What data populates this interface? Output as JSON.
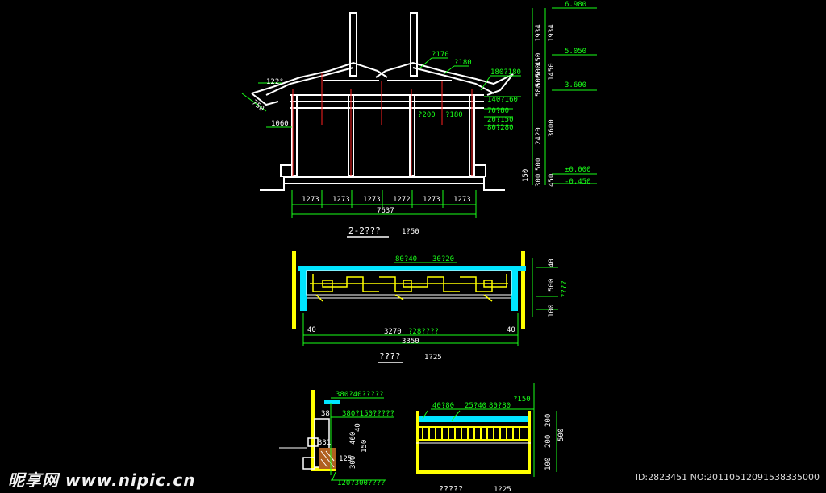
{
  "colors": {
    "structure": "#ffffff",
    "dimension": "#19ff19",
    "axis": "#ff2020",
    "cyan": "#00e5ff",
    "yellow": "#ffff00",
    "brown": "#b06020",
    "pink": "#ff40ff"
  },
  "section": {
    "title": "2-2???",
    "scale": "1?50",
    "bays": [
      "1273",
      "1273",
      "1273",
      "1272",
      "1273",
      "1273"
    ],
    "total": "7637",
    "angle": "122°",
    "eave_len": "750",
    "eave_off": "1060",
    "members": [
      "?170",
      "?180",
      "180?180",
      "140?160",
      "70?80",
      "20?150",
      "80?280",
      "?200",
      "?180"
    ],
    "levels": [
      "6.980",
      "5.050",
      "3.600",
      "±0.000",
      "-0.450"
    ],
    "vdims": [
      "1934",
      "1934",
      "450",
      "500",
      "500",
      "1450",
      "580",
      "2420",
      "3600",
      "150",
      "300",
      "500",
      "450"
    ]
  },
  "railing": {
    "title": "????",
    "scale": "1?25",
    "top_labels": [
      "80?40",
      "30?20"
    ],
    "dims": [
      "40",
      "3270",
      "?28????",
      "40",
      "3350"
    ],
    "vdims": [
      "40",
      "500",
      "100",
      "????"
    ]
  },
  "details": {
    "left_labels": [
      "380?40?????",
      "380?150?????",
      "120?300????"
    ],
    "left_dims": [
      "38",
      "331",
      "40",
      "460",
      "150",
      "125",
      "300"
    ],
    "right_labels": [
      "40?80",
      "25?40",
      "80?80",
      "?150"
    ],
    "right_dims": [
      "200",
      "200",
      "500",
      "100"
    ],
    "title": "?????",
    "scale": "1?25"
  },
  "watermark": {
    "logo": "昵享网 www.nipic.cn",
    "id": "ID:2823451 NO:20110512091538335000"
  }
}
